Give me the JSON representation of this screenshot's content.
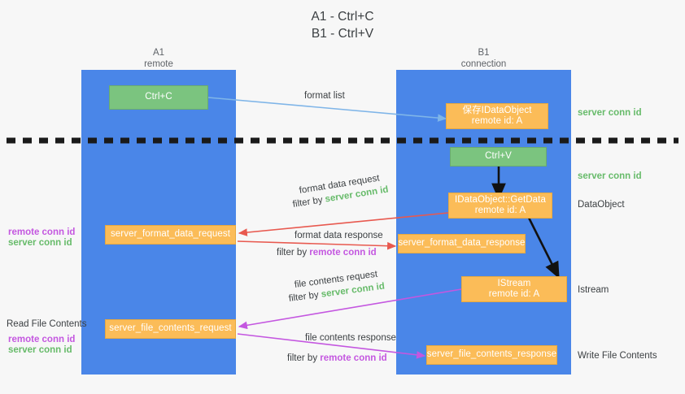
{
  "diagram": {
    "title": "A1 - Ctrl+C\nB1 - Ctrl+V",
    "background_color": "#f7f7f7"
  },
  "lanes": [
    {
      "name": "A1",
      "sublabel": "remote",
      "color": "#4a86e8"
    },
    {
      "name": "B1",
      "sublabel": "connection",
      "color": "#4a86e8"
    }
  ],
  "colors": {
    "lane": "#4a86e8",
    "green_box": "#7bc47f",
    "orange_box": "#fbbc58",
    "server_conn": "#67bb6a",
    "remote_conn": "#c457e0",
    "red_arrow": "#e8594f",
    "purple_arrow": "#c457e0",
    "blue_arrow": "#7fb5e8",
    "black_arrow": "#000000",
    "divider": "#1a1a1a"
  },
  "boxes": {
    "ctrl_c": {
      "label": "Ctrl+C",
      "style": "green"
    },
    "save_idataobject": {
      "line1": "保存IDataObject",
      "line2": "remote id: A",
      "style": "orange"
    },
    "ctrl_v": {
      "label": "Ctrl+V",
      "style": "green"
    },
    "getdata": {
      "line1": "IDataObject::GetData",
      "line2": "remote id: A",
      "style": "orange"
    },
    "format_data_request": {
      "label": "server_format_data_request",
      "style": "orange"
    },
    "format_data_response": {
      "label": "server_format_data_response",
      "style": "orange"
    },
    "istream": {
      "line1": "IStream",
      "line2": "remote id: A",
      "style": "orange"
    },
    "file_contents_request": {
      "label": "server_file_contents_request",
      "style": "orange"
    },
    "file_contents_response": {
      "label": "server_file_contents_response",
      "style": "orange"
    }
  },
  "edge_labels": {
    "format_list": "format list",
    "format_data_request": "format data request",
    "format_data_request_filter_prefix": "filter by ",
    "format_data_request_filter_value": "server conn id",
    "format_data_response": "format data response",
    "format_data_response_filter_prefix": "filter by ",
    "format_data_response_filter_value": "remote conn id",
    "file_contents_request": "file contents request",
    "file_contents_request_filter_prefix": "filter by ",
    "file_contents_request_filter_value": "server conn id",
    "file_contents_response": "file contents response",
    "file_contents_response_filter_prefix": "filter by ",
    "file_contents_response_filter_value": "remote conn id"
  },
  "right_labels": {
    "server_conn_id_1": "server conn id",
    "server_conn_id_2": "server conn id",
    "dataobject": "DataObject",
    "istream": "Istream",
    "write_file_contents": "Write File Contents"
  },
  "left_labels": {
    "remote_conn_id_1": "remote conn id",
    "server_conn_id_1": "server conn id",
    "read_file_contents": "Read File Contents",
    "remote_conn_id_2": "remote conn id",
    "server_conn_id_2": "server conn id"
  }
}
